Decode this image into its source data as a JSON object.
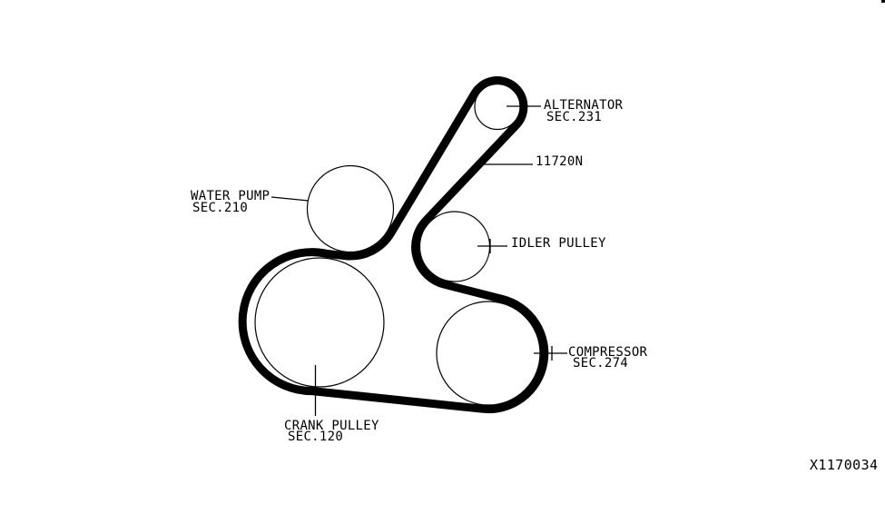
{
  "figure": {
    "code": "X1170034"
  },
  "belt": {
    "part_number": "11720N"
  },
  "components": {
    "alternator": {
      "name": "ALTERNATOR",
      "section": "SEC.231"
    },
    "water_pump": {
      "name": "WATER PUMP",
      "section": "SEC.210"
    },
    "idler_pulley": {
      "name": "IDLER PULLEY"
    },
    "compressor": {
      "name": "COMPRESSOR",
      "section": "SEC.274"
    },
    "crank_pulley": {
      "name": "CRANK PULLEY",
      "section": "SEC.120"
    }
  },
  "colors": {
    "ink": "#000000",
    "background": "#ffffff"
  }
}
